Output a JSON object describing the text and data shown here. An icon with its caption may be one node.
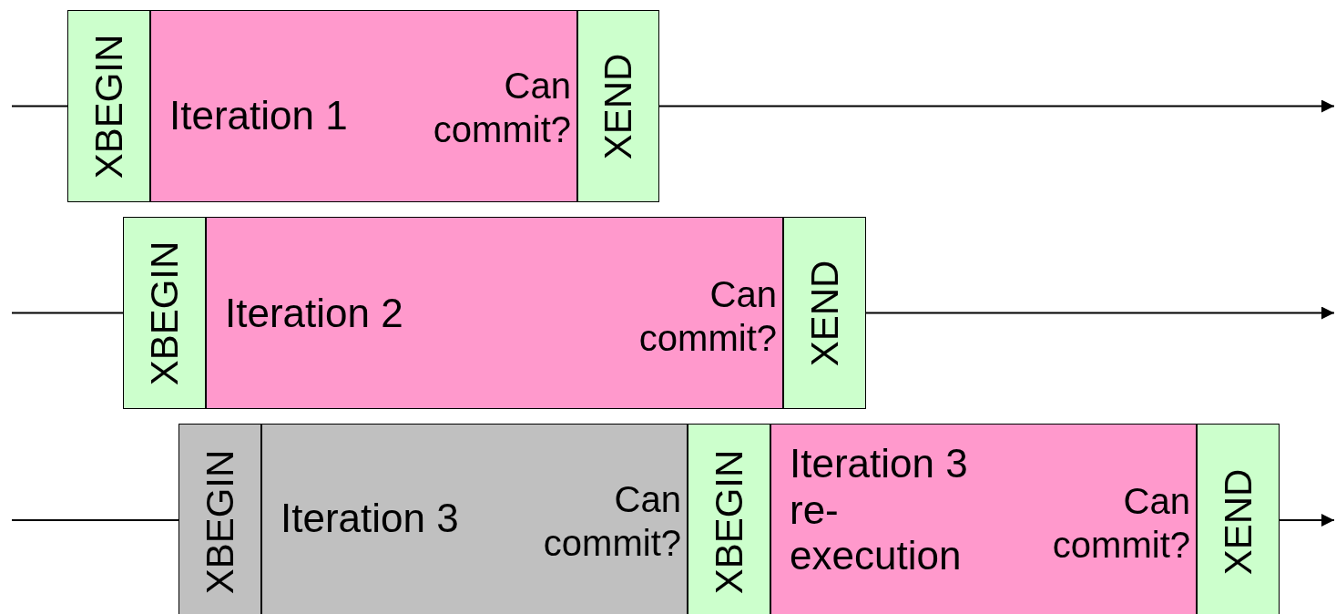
{
  "diagram": {
    "nodes": [
      {
        "text": [
          "XBEGIN"
        ]
      },
      {
        "text": [
          "Iteration 1",
          "Can commit?"
        ]
      },
      {
        "text": [
          "XEND"
        ]
      },
      {
        "text": [
          "XBEGIN"
        ]
      },
      {
        "text": [
          "Iteration 2",
          "Can commit?"
        ]
      },
      {
        "text": [
          "XEND"
        ]
      },
      {
        "text": [
          "XBEGIN"
        ]
      },
      {
        "text": [
          "Iteration 3",
          "Can commit?"
        ]
      },
      {
        "text": [
          "XBEGIN"
        ]
      },
      {
        "text": [
          "Iteration 3 re-execution",
          "Can commit?"
        ]
      },
      {
        "text": [
          "XEND"
        ]
      }
    ],
    "edges": [
      {
        "from": null,
        "to": 0,
        "arrow": "none"
      },
      {
        "from": 2,
        "to": null,
        "arrow": "to"
      },
      {
        "from": null,
        "to": 3,
        "arrow": "none"
      },
      {
        "from": 5,
        "to": null,
        "arrow": "to"
      },
      {
        "from": null,
        "to": 6,
        "arrow": "none"
      },
      {
        "from": 10,
        "to": null,
        "arrow": "to"
      }
    ]
  }
}
